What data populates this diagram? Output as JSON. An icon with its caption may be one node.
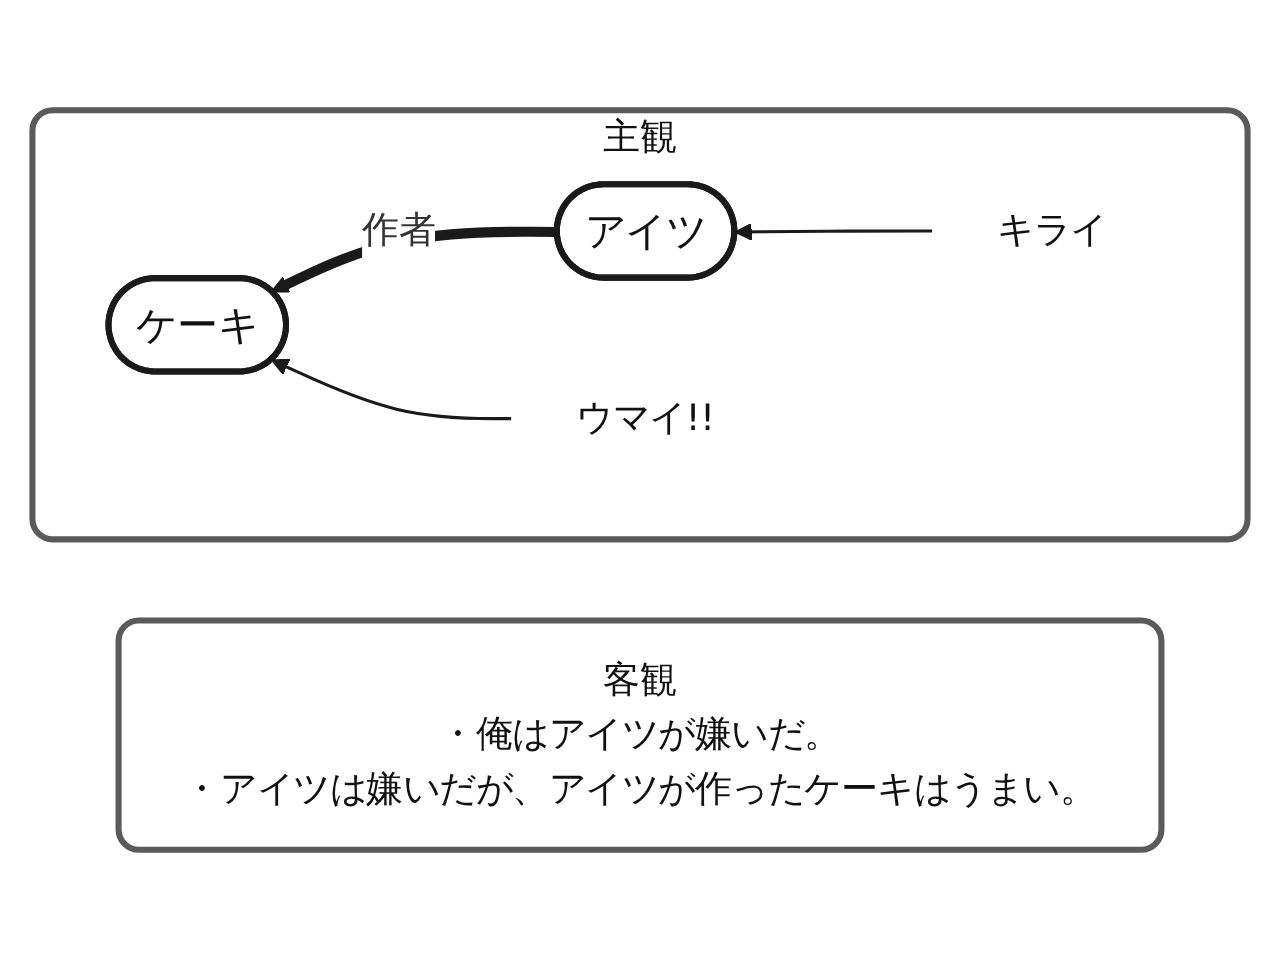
{
  "diagram": {
    "nodes": [
      {
        "text": [
          "主観"
        ]
      },
      {
        "text": [
          "キライ"
        ],
        "in": 0
      },
      {
        "text": [
          "ウマイ!!"
        ],
        "in": 0
      },
      {
        "text": [
          "アイツ"
        ],
        "in": 0
      },
      {
        "text": [
          "ケーキ"
        ],
        "in": 0
      },
      {
        "text": [
          "客観",
          "・俺はアイツが嫌いだ。",
          "・アイツは嫌いだが、アイツが作ったケーキはうまい。"
        ]
      }
    ],
    "edges": [
      {
        "from": 1,
        "to": 3,
        "arrow": "to"
      },
      {
        "from": 3,
        "to": 4,
        "arrow": "to",
        "label": "作者",
        "style": "thick"
      },
      {
        "from": 2,
        "to": 4,
        "arrow": "to"
      }
    ]
  }
}
